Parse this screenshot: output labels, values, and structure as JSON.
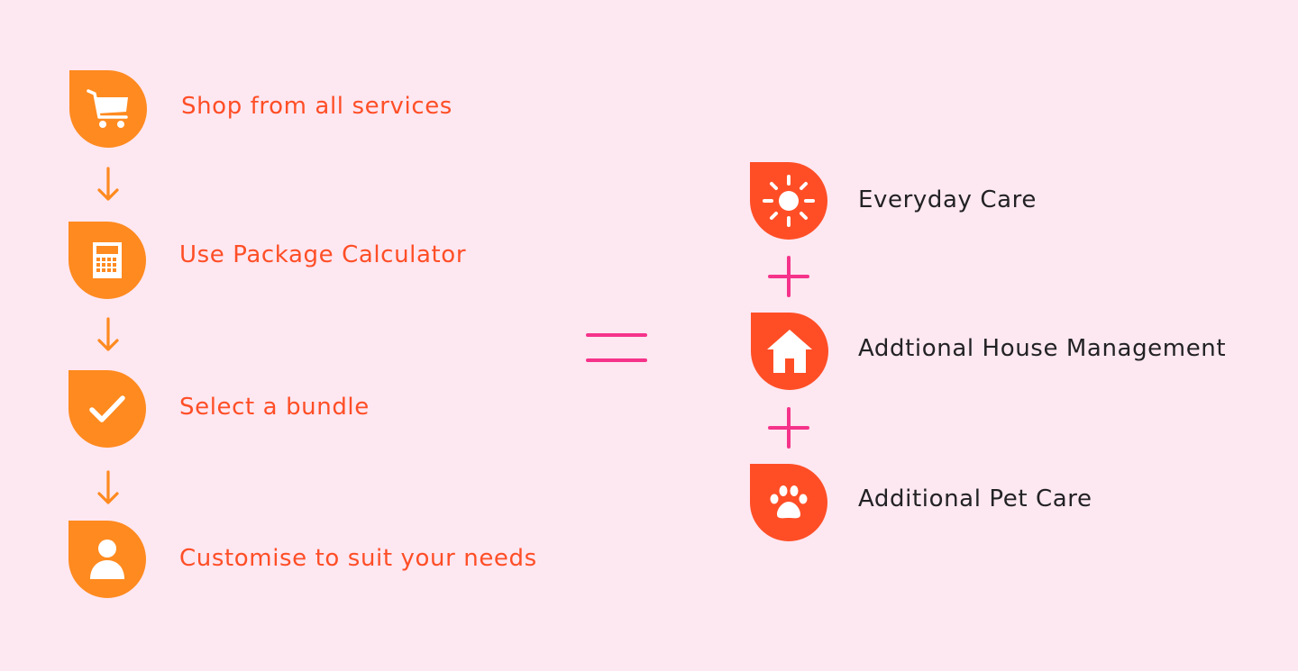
{
  "steps": [
    {
      "label": "Shop from all services",
      "icon": "shopping-cart-icon"
    },
    {
      "label": "Use Package Calculator",
      "icon": "calculator-icon"
    },
    {
      "label": "Select a bundle",
      "icon": "checkmark-icon"
    },
    {
      "label": "Customise to suit your needs",
      "icon": "user-icon"
    }
  ],
  "connector_step": "down-arrow-icon",
  "equals_symbol": "equals-icon",
  "results": [
    {
      "label": "Everyday Care",
      "icon": "sun-icon"
    },
    {
      "label": "Addtional House Management",
      "icon": "house-icon"
    },
    {
      "label": "Additional Pet Care",
      "icon": "paw-icon"
    }
  ],
  "connector_result": "plus-icon",
  "colors": {
    "background": "#fde7f1",
    "step_icon": "#ff8a1f",
    "step_text": "#ff4e26",
    "result_icon": "#ff4e26",
    "result_text": "#222224",
    "operator": "#f5338a"
  }
}
